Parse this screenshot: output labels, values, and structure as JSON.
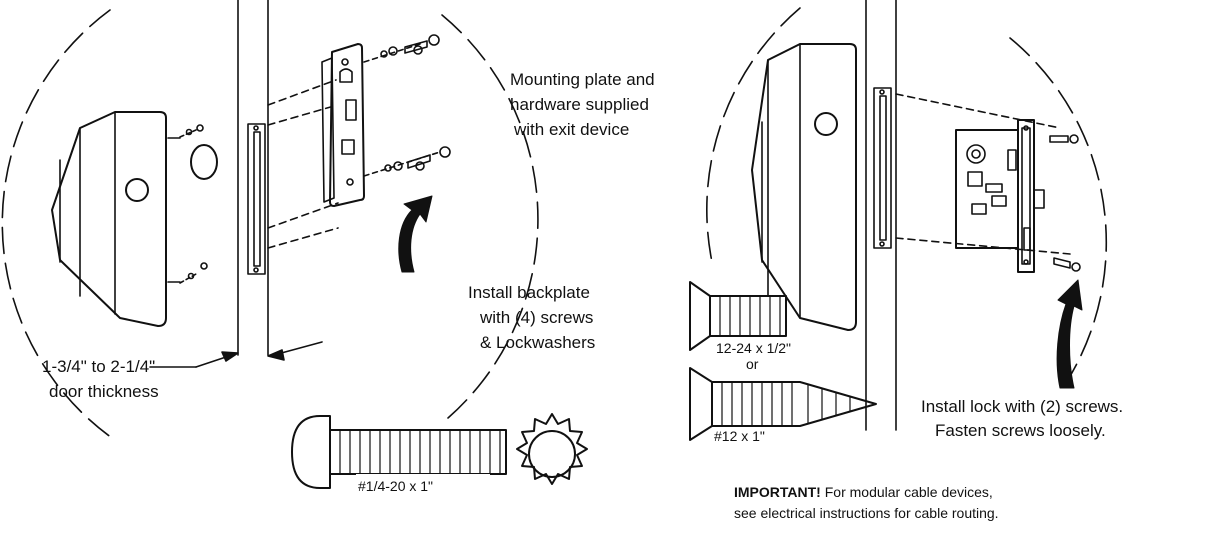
{
  "figure": {
    "labels": {
      "mounting_plate_line1": "Mounting plate and",
      "mounting_plate_line2": "hardware supplied",
      "mounting_plate_line3": "with exit device",
      "install_backplate_line1": "Install backplate",
      "install_backplate_line2": "with (4) screws",
      "install_backplate_line3": "& Lockwashers",
      "thickness_line1": "1-3/4\" to 2-1/4\"",
      "thickness_line2": "door thickness",
      "screw_pan_head": "#1/4-20 x 1\"",
      "screw_machine": "12-24 x 1/2\"",
      "screw_or": "or",
      "screw_wood": "#12 x 1\"",
      "install_lock_line1": "Install lock with (2) screws.",
      "install_lock_line2": "Fasten screws loosely.",
      "important_bold": "IMPORTANT!",
      "important_rest": " For modular cable devices,",
      "important_line2": "see electrical instructions for cable routing."
    },
    "colors": {
      "ink": "#111111",
      "paper": "#ffffff"
    }
  }
}
